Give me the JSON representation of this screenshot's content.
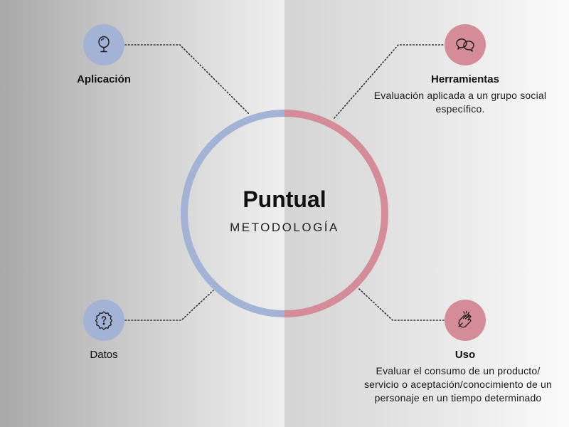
{
  "colors": {
    "blue": "#a3b3d6",
    "pink": "#d58c99",
    "dots": "#333333"
  },
  "center": {
    "title": "Puntual",
    "subtitle": "METODOLOGÍA"
  },
  "nodes": {
    "aplicacion": {
      "label": "Aplicación",
      "icon": "mirror-icon"
    },
    "herramientas": {
      "label": "Herramientas",
      "icon": "chat-bubbles-icon",
      "description_lines": [
        "Evaluación aplicada a un grupo social",
        "específico."
      ]
    },
    "datos": {
      "label": "Datos",
      "icon": "question-badge-icon"
    },
    "uso": {
      "label": "Uso",
      "icon": "clapping-hands-icon",
      "description_lines": [
        "Evaluar el consumo de un producto/",
        "servicio o aceptación/conocimiento de un",
        "personaje en un tiempo determinado"
      ]
    }
  }
}
